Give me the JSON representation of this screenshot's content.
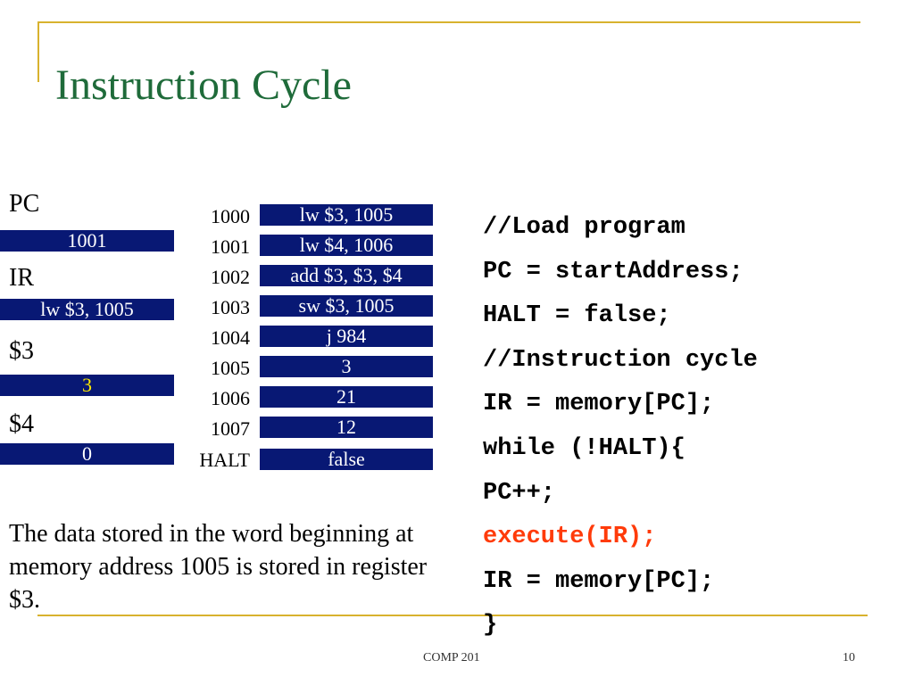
{
  "title": "Instruction Cycle",
  "colors": {
    "accent": "#d8b22e",
    "title": "#1f6b3a",
    "box": "#081874",
    "highlight_code": "#ff3b0a",
    "highlight_value": "#ffeb00"
  },
  "registers": [
    {
      "label": "PC",
      "value": "1001",
      "highlight": false
    },
    {
      "label": "IR",
      "value": "lw $3, 1005",
      "highlight": false
    },
    {
      "label": "$3",
      "value": "3",
      "highlight": true
    },
    {
      "label": "$4",
      "value": "0",
      "highlight": false
    }
  ],
  "memory": [
    {
      "address": "1000",
      "value": "lw $3, 1005"
    },
    {
      "address": "1001",
      "value": "lw $4, 1006"
    },
    {
      "address": "1002",
      "value": "add $3, $3, $4"
    },
    {
      "address": "1003",
      "value": "sw $3, 1005"
    },
    {
      "address": "1004",
      "value": "j 984"
    },
    {
      "address": "1005",
      "value": "3"
    },
    {
      "address": "1006",
      "value": "21"
    },
    {
      "address": "1007",
      "value": "12"
    },
    {
      "address": "HALT",
      "value": "false"
    }
  ],
  "note": "The data stored in the word beginning at memory address 1005 is stored in register $3.",
  "code": [
    {
      "text": "//Load program",
      "highlight": false
    },
    {
      "text": "PC = startAddress;",
      "highlight": false
    },
    {
      "text": "HALT = false;",
      "highlight": false
    },
    {
      "text": "//Instruction cycle",
      "highlight": false
    },
    {
      "text": "IR = memory[PC];",
      "highlight": false
    },
    {
      "text": "while (!HALT){",
      "highlight": false
    },
    {
      "text": "PC++;",
      "highlight": false
    },
    {
      "text": "execute(IR);",
      "highlight": true
    },
    {
      "text": "IR = memory[PC];",
      "highlight": false
    },
    {
      "text": "}",
      "highlight": false
    }
  ],
  "footer": {
    "course": "COMP 201",
    "page": "10"
  }
}
